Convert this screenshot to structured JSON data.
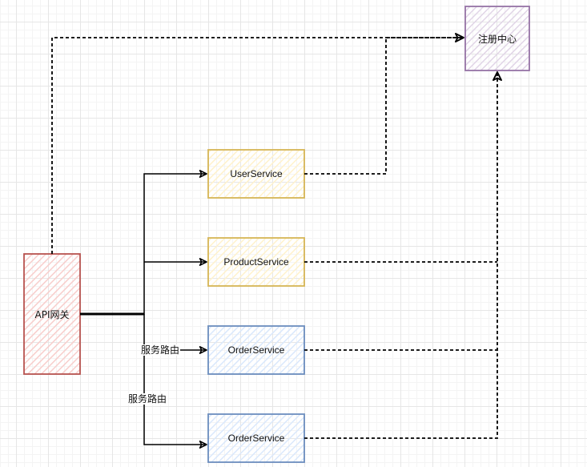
{
  "diagram": {
    "nodes": [
      {
        "id": "registry",
        "label": "注册中心",
        "fill": "#e1d5e7",
        "stroke": "#9673a6"
      },
      {
        "id": "gateway",
        "label": "API网关",
        "fill": "#f8cecc",
        "stroke": "#b85450"
      },
      {
        "id": "user",
        "label": "UserService",
        "fill": "#fff2cc",
        "stroke": "#d6b656"
      },
      {
        "id": "product",
        "label": "ProductService",
        "fill": "#fff2cc",
        "stroke": "#d6b656"
      },
      {
        "id": "order1",
        "label": "OrderService",
        "fill": "#dae8fc",
        "stroke": "#6c8ebf"
      },
      {
        "id": "order2",
        "label": "OrderService",
        "fill": "#dae8fc",
        "stroke": "#6c8ebf"
      }
    ],
    "edges": [
      {
        "from": "gateway",
        "to": "user",
        "style": "solid",
        "label": ""
      },
      {
        "from": "gateway",
        "to": "product",
        "style": "solid",
        "label": ""
      },
      {
        "from": "gateway",
        "to": "order1",
        "style": "solid",
        "label": "服务路由"
      },
      {
        "from": "gateway",
        "to": "order2",
        "style": "solid",
        "label": "服务路由"
      },
      {
        "from": "gateway",
        "to": "registry",
        "style": "dashed",
        "label": ""
      },
      {
        "from": "user",
        "to": "registry",
        "style": "dashed",
        "label": ""
      },
      {
        "from": "product",
        "to": "registry",
        "style": "dashed",
        "label": ""
      },
      {
        "from": "order1",
        "to": "registry",
        "style": "dashed",
        "label": ""
      },
      {
        "from": "order2",
        "to": "registry",
        "style": "dashed",
        "label": ""
      }
    ],
    "edge_color": "#000000"
  }
}
